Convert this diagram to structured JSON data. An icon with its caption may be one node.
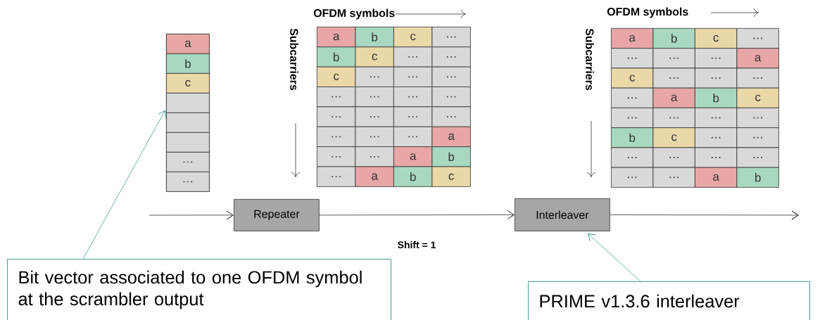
{
  "diagram": {
    "nodes": [
      {
        "text": [
          "Repeater"
        ]
      },
      {
        "text": [
          "Interleaver"
        ]
      },
      {
        "text": [
          "Bit vector associated to one OFDM symbol at the scrambler output"
        ]
      },
      {
        "text": [
          "PRIME v1.3.6 interleaver"
        ]
      },
      {
        "text": [
          "a",
          "b",
          "c",
          "…",
          "…"
        ]
      }
    ],
    "edges": [
      {
        "from": null,
        "to": 0,
        "arrow": "to"
      },
      {
        "from": 0,
        "to": 1,
        "arrow": "to",
        "label": "Shift = 1"
      },
      {
        "from": 1,
        "to": null,
        "arrow": "to"
      },
      {
        "from": 2,
        "to": 4,
        "arrow": "to",
        "color": "#4a9a9a"
      },
      {
        "from": 3,
        "to": 1,
        "arrow": "to",
        "color": "#4a9a9a"
      }
    ],
    "labels": [
      "OFDM symbols",
      "Subcarriers",
      "a",
      "b",
      "c",
      "…",
      "b",
      "c",
      "…",
      "…",
      "c",
      "…",
      "…",
      "…",
      "…",
      "…",
      "…",
      "…",
      "…",
      "…",
      "…",
      "…",
      "…",
      "…",
      "…",
      "a",
      "…",
      "…",
      "a",
      "b",
      "…",
      "a",
      "b",
      "c",
      "OFDM symbols",
      "Subcarriers",
      "a",
      "b",
      "c",
      "…",
      "…",
      "…",
      "…",
      "a",
      "c",
      "…",
      "…",
      "…",
      "…",
      "a",
      "b",
      "c",
      "…",
      "…",
      "…",
      "…",
      "b",
      "c",
      "…",
      "…",
      "…",
      "…",
      "…",
      "…",
      "…",
      "…",
      "a",
      "b"
    ]
  }
}
